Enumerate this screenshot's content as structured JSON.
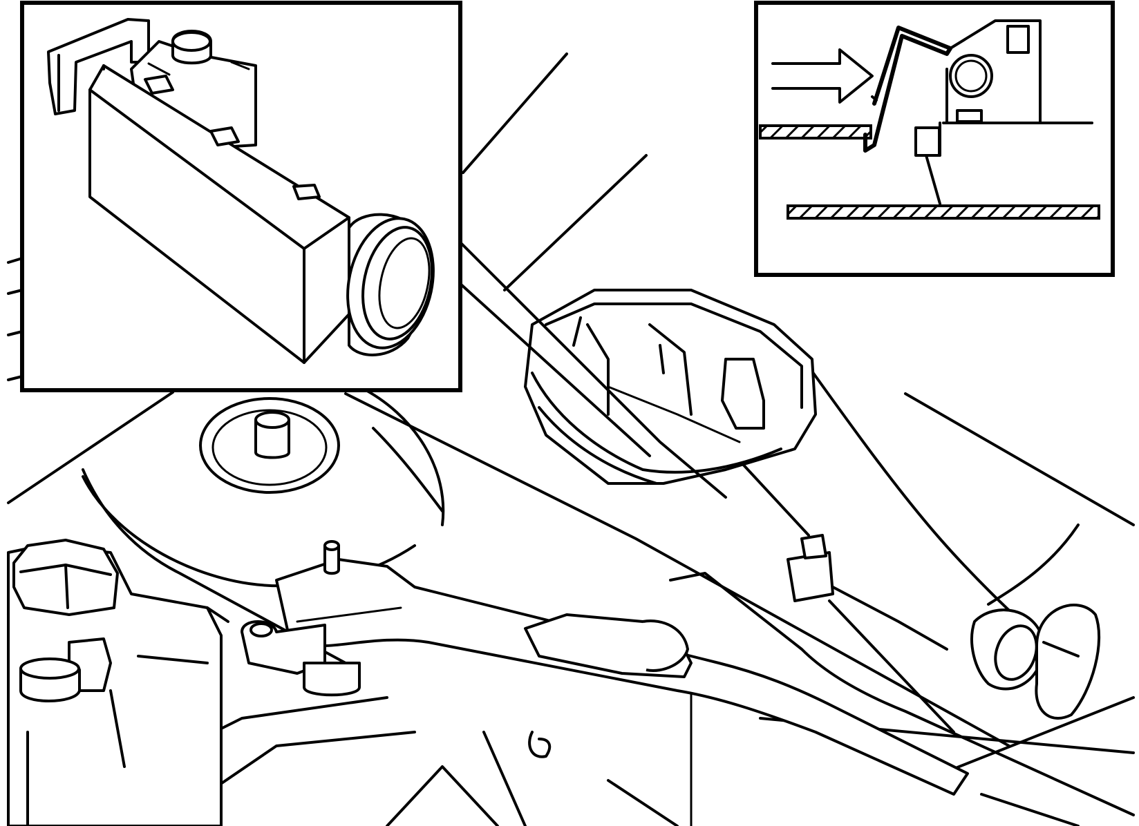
{
  "figure": {
    "kind": "technical-line-drawing",
    "colors": {
      "ink": "#000000",
      "paper": "#ffffff"
    },
    "parts": [
      "overview-engine-bay",
      "detail-inset-sensor-module",
      "detail-inset-section-view",
      "direction-arrow-icon",
      "hatched-panel"
    ]
  }
}
